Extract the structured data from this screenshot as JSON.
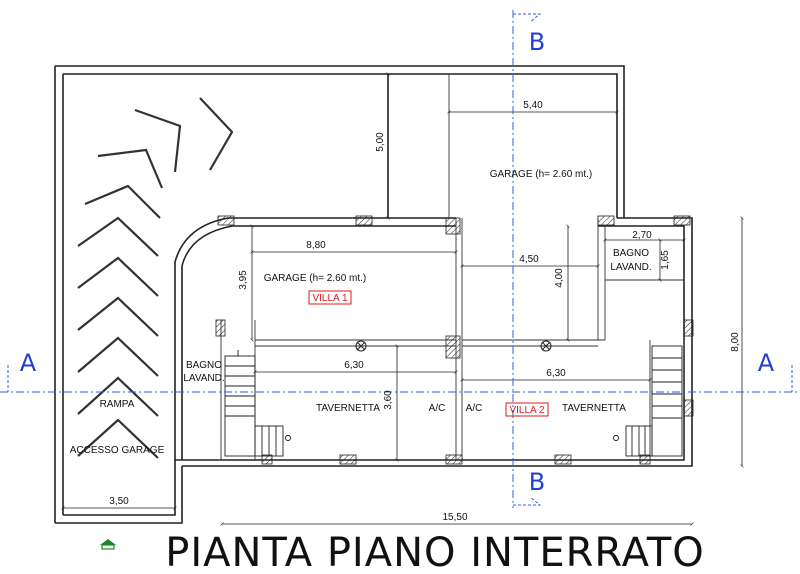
{
  "title": "PIANTA PIANO INTERRATO",
  "section_labels": {
    "a_left": "A",
    "a_right": "A",
    "b_top": "B",
    "b_bottom": "B"
  },
  "rooms": {
    "garage_upper": "GARAGE (h= 2.60 mt.)",
    "garage_villa1": "GARAGE (h= 2.60 mt.)",
    "villa1_tag": "VILLA 1",
    "villa2_tag": "VILLA 2",
    "bagno_left_1": "BAGNO",
    "bagno_left_2": "LAVAND.",
    "bagno_right_1": "BAGNO",
    "bagno_right_2": "LAVAND.",
    "tavernetta_left": "TAVERNETTA",
    "tavernetta_right": "TAVERNETTA",
    "ac_left": "A/C",
    "ac_right": "A/C",
    "rampa": "RAMPA",
    "accesso_garage": "ACCESSO GARAGE"
  },
  "dimensions": {
    "d_5_00": "5,00",
    "d_5_40": "5,40",
    "d_8_80": "8,80",
    "d_3_95": "3,95",
    "d_4_50": "4,50",
    "d_4_00": "4,00",
    "d_2_70": "2,70",
    "d_1_65": "1,65",
    "d_8_00": "8,00",
    "d_6_30_left": "6,30",
    "d_6_30_right": "6,30",
    "d_3_60": "3,60",
    "d_3_50": "3,50",
    "d_15_50": "15,50"
  },
  "colors": {
    "section_line": "#2f5fe6",
    "villa_tag": "#e0191e",
    "north_icon": "#1a8a2a"
  },
  "icons": {
    "north": "north-arrow-icon"
  }
}
